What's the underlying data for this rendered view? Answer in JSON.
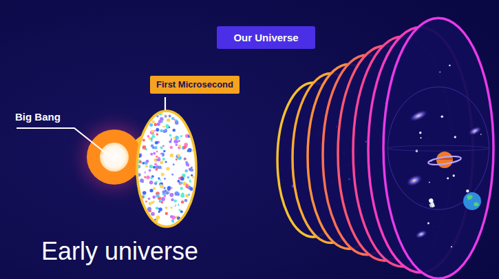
{
  "diagram": {
    "nodes": [
      {
        "text": [
          "Our Universe"
        ]
      },
      {
        "text": [
          "First Microsecond"
        ]
      }
    ],
    "labels": [
      "Big Bang",
      "Early universe"
    ]
  }
}
